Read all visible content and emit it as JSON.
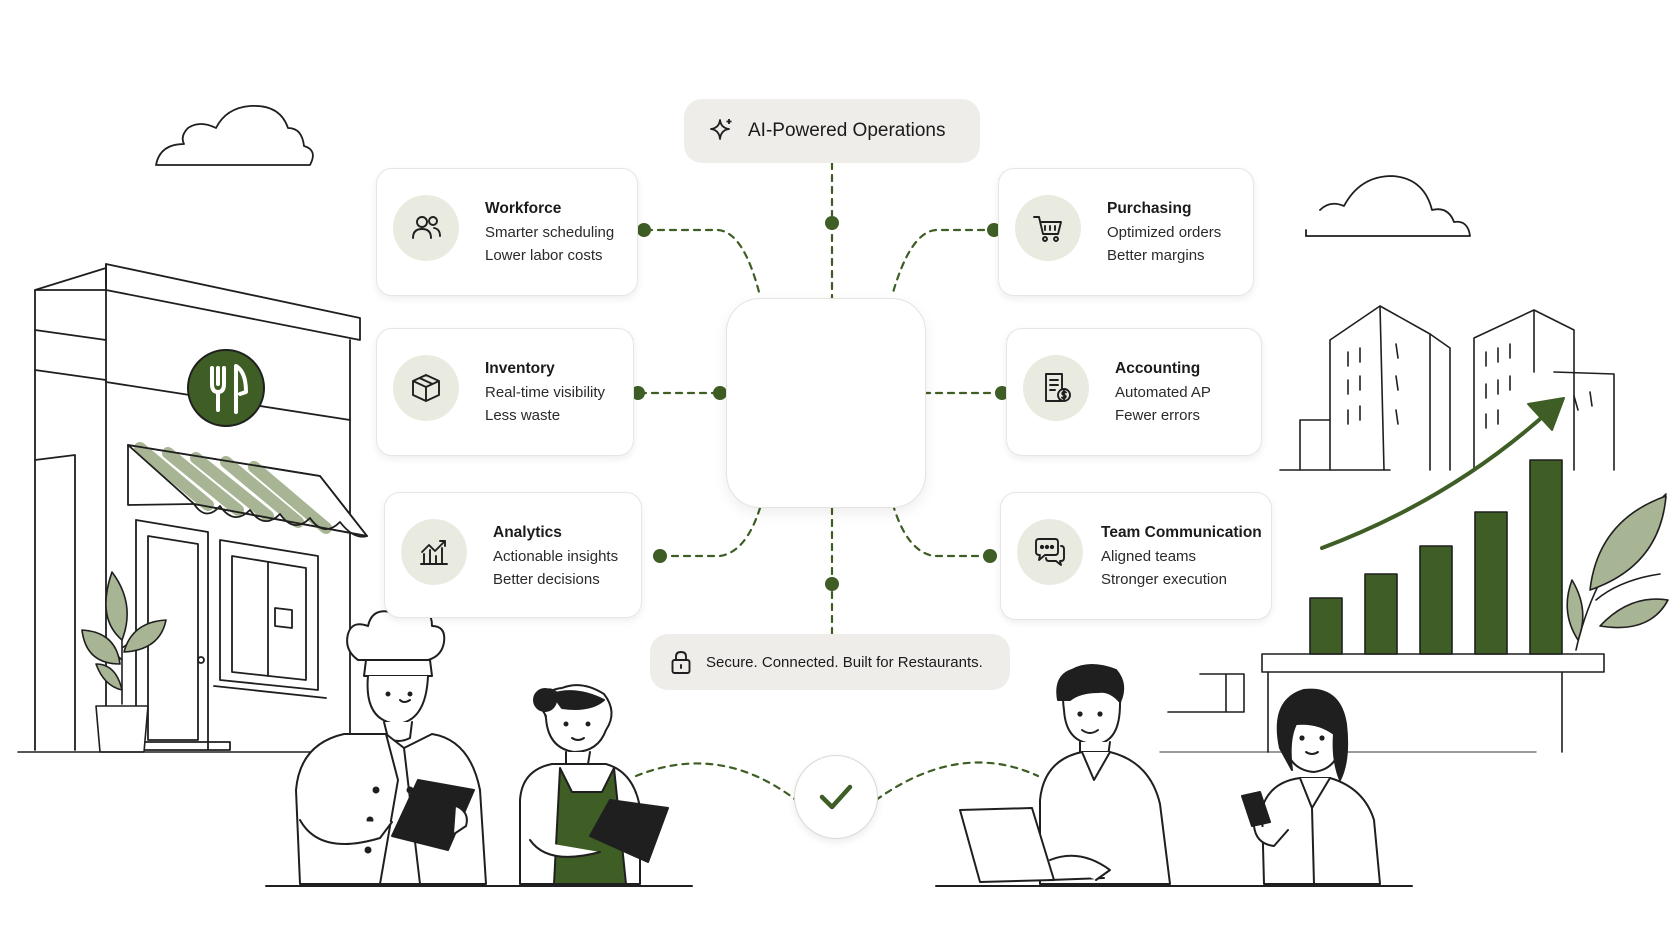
{
  "header": {
    "label": "AI-Powered Operations",
    "icon": "sparkle-icon"
  },
  "footer": {
    "label": "Secure. Connected. Built for Restaurants.",
    "icon": "lock-icon"
  },
  "cards": [
    {
      "title": "Workforce",
      "line1": "Smarter scheduling",
      "line2": "Lower labor costs",
      "icon": "people-icon"
    },
    {
      "title": "Inventory",
      "line1": "Real-time visibility",
      "line2": "Less waste",
      "icon": "box-icon"
    },
    {
      "title": "Analytics",
      "line1": "Actionable insights",
      "line2": "Better decisions",
      "icon": "chart-icon"
    },
    {
      "title": "Purchasing",
      "line1": "Optimized orders",
      "line2": "Better margins",
      "icon": "cart-icon"
    },
    {
      "title": "Accounting",
      "line1": "Automated AP",
      "line2": "Fewer errors",
      "icon": "invoice-icon"
    },
    {
      "title": "Team Communication",
      "line1": "Aligned teams",
      "line2": "Stronger execution",
      "icon": "chat-icon"
    }
  ],
  "colors": {
    "accent": "#3e5e25",
    "accent_light": "#a8b594",
    "icon_bg": "#e9ebe1",
    "pill_bg": "#efedea",
    "line": "#1f1f1f"
  },
  "status": {
    "icon": "check-icon"
  }
}
